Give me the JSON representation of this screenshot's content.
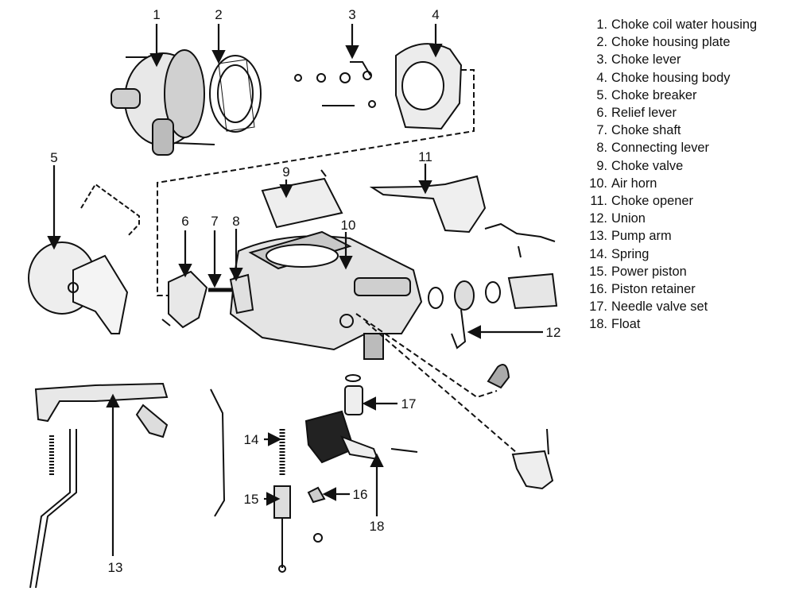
{
  "legend": [
    {
      "num": "1.",
      "label": "Choke coil water housing"
    },
    {
      "num": "2.",
      "label": "Choke housing plate"
    },
    {
      "num": "3.",
      "label": "Choke lever"
    },
    {
      "num": "4.",
      "label": "Choke housing body"
    },
    {
      "num": "5.",
      "label": "Choke breaker"
    },
    {
      "num": "6.",
      "label": "Relief lever"
    },
    {
      "num": "7.",
      "label": "Choke shaft"
    },
    {
      "num": "8.",
      "label": "Connecting lever"
    },
    {
      "num": "9.",
      "label": "Choke valve"
    },
    {
      "num": "10.",
      "label": "Air horn"
    },
    {
      "num": "11.",
      "label": "Choke opener"
    },
    {
      "num": "12.",
      "label": "Union"
    },
    {
      "num": "13.",
      "label": "Pump arm"
    },
    {
      "num": "14.",
      "label": "Spring"
    },
    {
      "num": "15.",
      "label": "Power piston"
    },
    {
      "num": "16.",
      "label": "Piston retainer"
    },
    {
      "num": "17.",
      "label": "Needle valve set"
    },
    {
      "num": "18.",
      "label": "Float"
    }
  ],
  "callouts": [
    "1",
    "2",
    "3",
    "4",
    "5",
    "6",
    "7",
    "8",
    "9",
    "10",
    "11",
    "12",
    "13",
    "14",
    "15",
    "16",
    "17",
    "18"
  ]
}
